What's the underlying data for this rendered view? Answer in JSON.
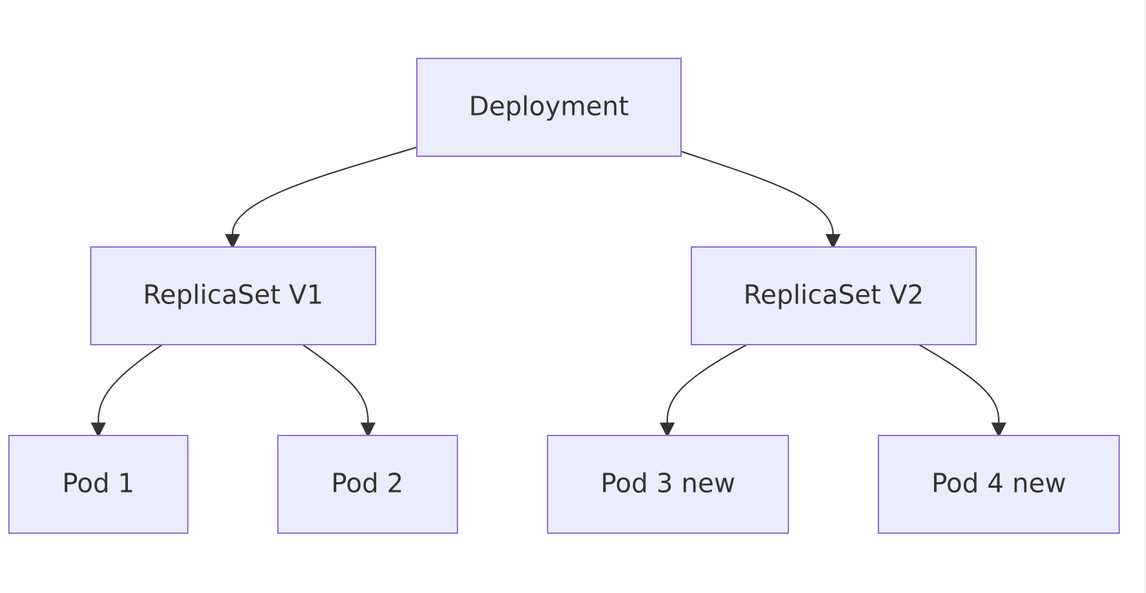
{
  "nodes": {
    "deployment": "Deployment",
    "replicaset_v1": "ReplicaSet V1",
    "replicaset_v2": "ReplicaSet V2",
    "pod_1": "Pod 1",
    "pod_2": "Pod 2",
    "pod_3": "Pod 3 new",
    "pod_4": "Pod 4 new"
  },
  "colors": {
    "node_fill": "#ececff",
    "node_border": "#9370db",
    "edge": "#333333",
    "text": "#333333"
  }
}
